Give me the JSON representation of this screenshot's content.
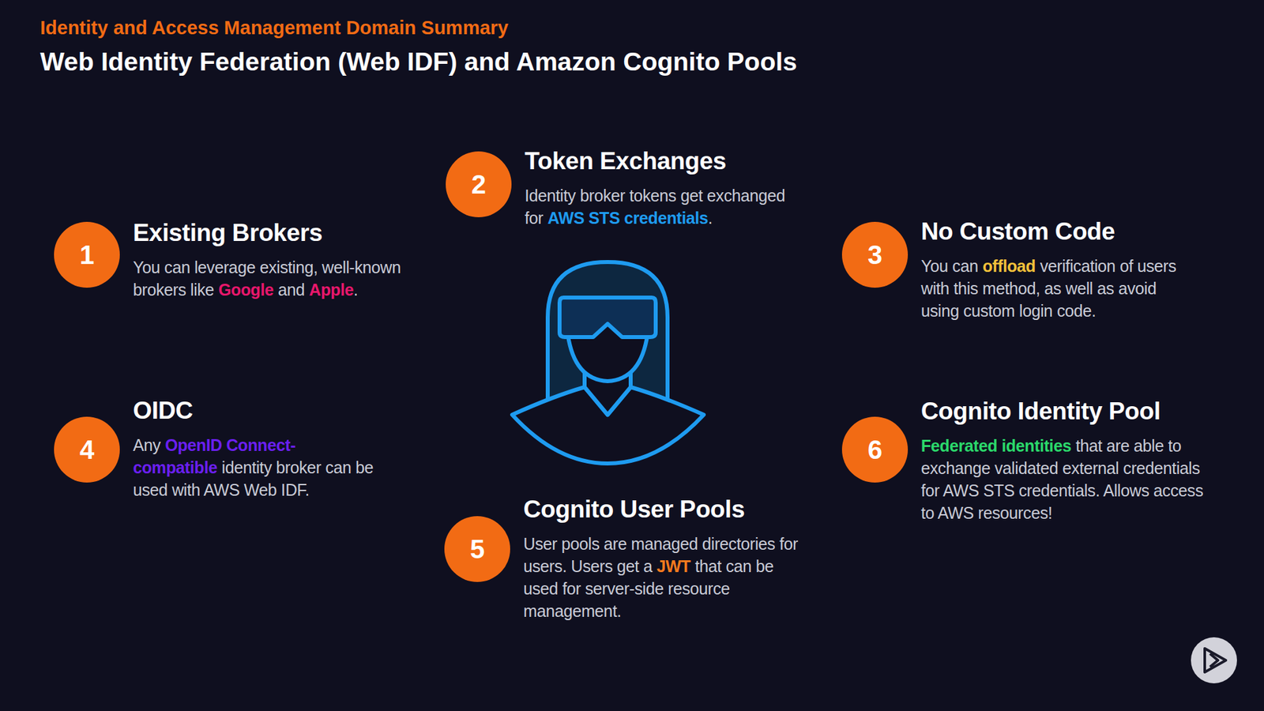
{
  "diagram": {
    "title": "Web Identity Federation (Web IDF) and Amazon Cognito Pools",
    "nodes": [
      {
        "text": [
          "1",
          "Existing Brokers",
          "You can leverage existing, well-known brokers like",
          "Google",
          "and",
          "Apple",
          "."
        ]
      },
      {
        "text": [
          "2",
          "Token Exchanges",
          "Identity broker tokens get exchanged for",
          "AWS STS credentials",
          "."
        ]
      },
      {
        "text": [
          "3",
          "No Custom Code",
          "You can",
          "offload",
          "verification of users with this method, as well as avoid using custom login code."
        ]
      },
      {
        "text": [
          "4",
          "OIDC",
          "Any",
          "OpenID Connect-compatible",
          "identity broker can be used with AWS Web IDF."
        ]
      },
      {
        "text": [
          "5",
          "Cognito User Pools",
          "User pools are managed directories for users. Users get a",
          "JWT",
          "that can be used for server-side resource management."
        ]
      },
      {
        "text": [
          "6",
          "Cognito Identity Pool",
          "Federated identities",
          "that are able to exchange validated external credentials for AWS STS credentials. Allows access to AWS resources!"
        ]
      }
    ],
    "labels": [
      "Identity and Access Management Domain Summary"
    ]
  }
}
